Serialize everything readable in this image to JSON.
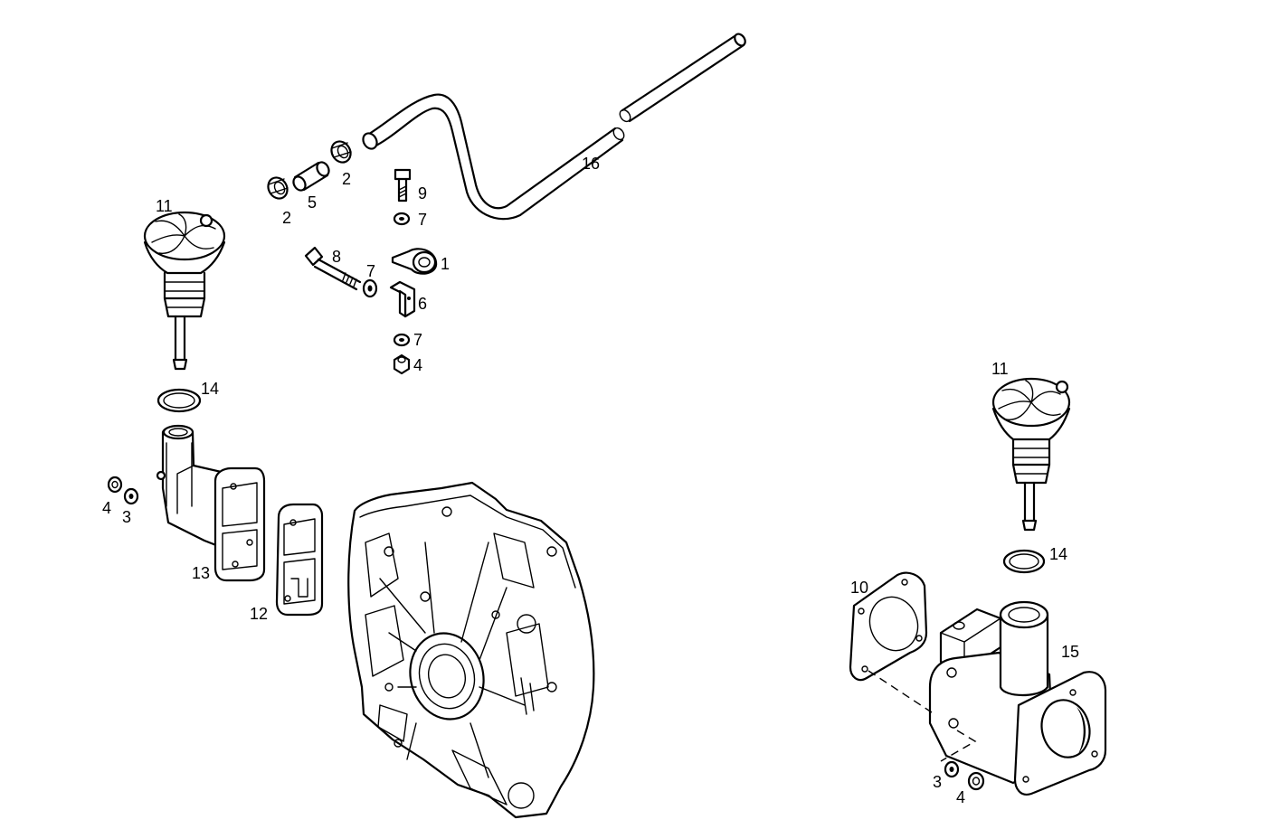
{
  "callouts": {
    "c1": "1",
    "c2a": "2",
    "c2b": "2",
    "c3a": "3",
    "c3b": "3",
    "c4a": "4",
    "c4b": "4",
    "c4c": "4",
    "c5": "5",
    "c6": "6",
    "c7a": "7",
    "c7b": "7",
    "c7c": "7",
    "c8": "8",
    "c9": "9",
    "c10": "10",
    "c11a": "11",
    "c11b": "11",
    "c12": "12",
    "c13": "13",
    "c14a": "14",
    "c14b": "14",
    "c15": "15",
    "c16": "16"
  },
  "icons": {
    "breather_cap": "breather-cap-icon",
    "housing": "transmission-housing-icon",
    "hose": "hose-icon"
  }
}
